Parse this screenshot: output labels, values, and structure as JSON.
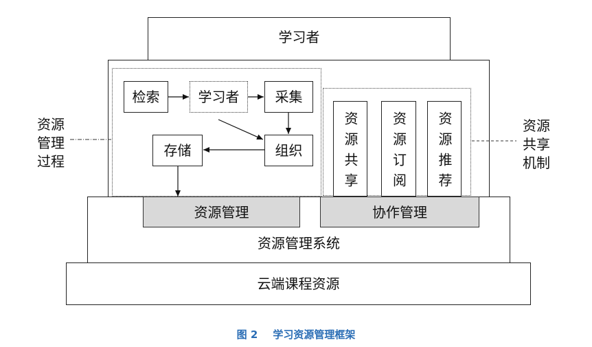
{
  "diagram": {
    "learner_top": "学习者",
    "process": {
      "search": "检索",
      "learner": "学习者",
      "collect": "采集",
      "organize": "组织",
      "store": "存储"
    },
    "sharing": {
      "share": "资源共享",
      "subscribe": "资源订阅",
      "recommend": "资源推荐"
    },
    "resource_mgmt": "资源管理",
    "collab_mgmt": "协作管理",
    "system": "资源管理系统",
    "cloud": "云端课程资源",
    "left_label": [
      "资源",
      "管理",
      "过程"
    ],
    "right_label": [
      "资源",
      "共享",
      "机制"
    ]
  },
  "caption": {
    "figure": "图 2",
    "title": "学习资源管理框架"
  },
  "colors": {
    "caption": "#2a6db5",
    "gray_fill": "#d9d9d9",
    "line": "#222222"
  }
}
